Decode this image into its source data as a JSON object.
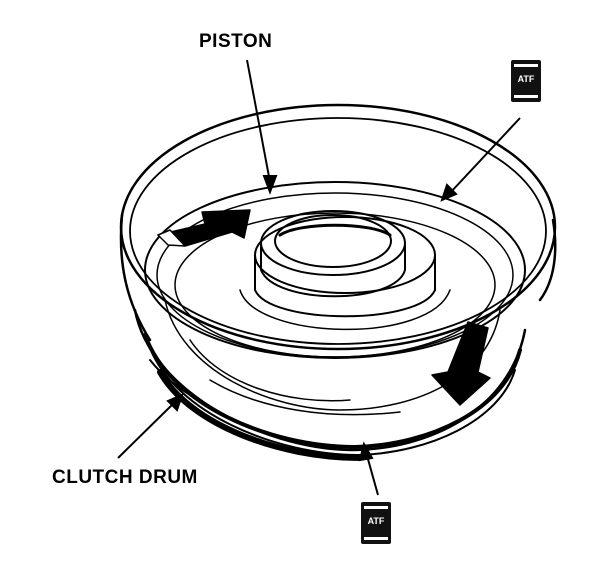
{
  "labels": {
    "piston": "PISTON",
    "clutch_drum": "CLUTCH DRUM"
  },
  "badges": {
    "atf_top": "ATF",
    "atf_bottom": "ATF"
  },
  "colors": {
    "ink": "#000000",
    "paper": "#ffffff"
  },
  "icons": [
    "atf-fluid-icon",
    "arrow-icon"
  ]
}
